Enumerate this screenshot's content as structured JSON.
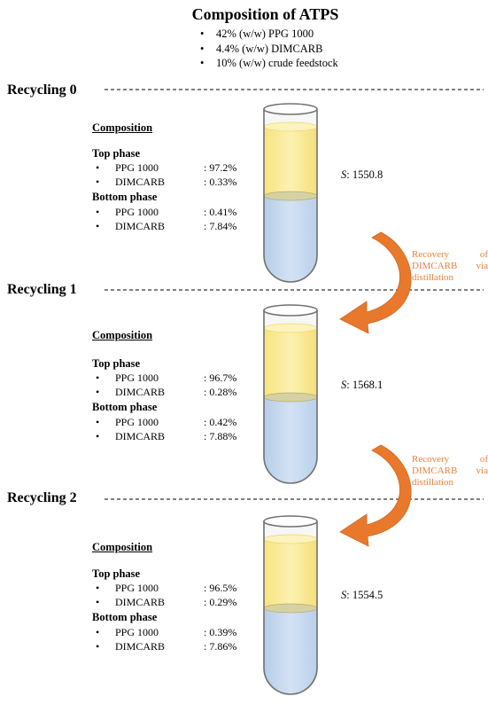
{
  "header": {
    "title": "Composition of ATPS",
    "items": [
      "42% (w/w) PPG 1000",
      "4.4% (w/w) DIMCARB",
      "10% (w/w) crude feedstock"
    ]
  },
  "bullet": "•",
  "colors": {
    "top_phase": "#fbeda3",
    "top_phase_edge": "#f3da68",
    "bottom_phase": "#c6d9ef",
    "tube_outline": "#6f6f6f",
    "arrow": "#e87a2e",
    "arrow_text": "#e8823a"
  },
  "stages": [
    {
      "label": "Recycling 0",
      "composition_heading": "Composition",
      "top_phase_label": "Top phase",
      "top": [
        {
          "name": "PPG 1000",
          "value": ": 97.2%"
        },
        {
          "name": "DIMCARB",
          "value": ": 0.33%"
        }
      ],
      "bottom_phase_label": "Bottom phase",
      "bottom": [
        {
          "name": "PPG 1000",
          "value": ": 0.41%"
        },
        {
          "name": "DIMCARB",
          "value": ": 7.84%"
        }
      ],
      "selectivity_symbol": "S",
      "selectivity_value": ": 1550.8"
    },
    {
      "label": "Recycling 1",
      "composition_heading": "Composition",
      "top_phase_label": "Top phase",
      "top": [
        {
          "name": "PPG 1000",
          "value": ": 96.7%"
        },
        {
          "name": "DIMCARB",
          "value": ": 0.28%"
        }
      ],
      "bottom_phase_label": "Bottom phase",
      "bottom": [
        {
          "name": "PPG 1000",
          "value": ": 0.42%"
        },
        {
          "name": "DIMCARB",
          "value": ": 7.88%"
        }
      ],
      "selectivity_symbol": "S",
      "selectivity_value": ": 1568.1"
    },
    {
      "label": "Recycling 2",
      "composition_heading": "Composition",
      "top_phase_label": "Top phase",
      "top": [
        {
          "name": "PPG 1000",
          "value": ": 96.5%"
        },
        {
          "name": "DIMCARB",
          "value": ": 0.29%"
        }
      ],
      "bottom_phase_label": "Bottom phase",
      "bottom": [
        {
          "name": "PPG 1000",
          "value": ": 0.39%"
        },
        {
          "name": "DIMCARB",
          "value": ": 7.86%"
        }
      ],
      "selectivity_symbol": "S",
      "selectivity_value": ": 1554.5"
    }
  ],
  "recovery_note": "Recovery of DIMCARB via distillation"
}
